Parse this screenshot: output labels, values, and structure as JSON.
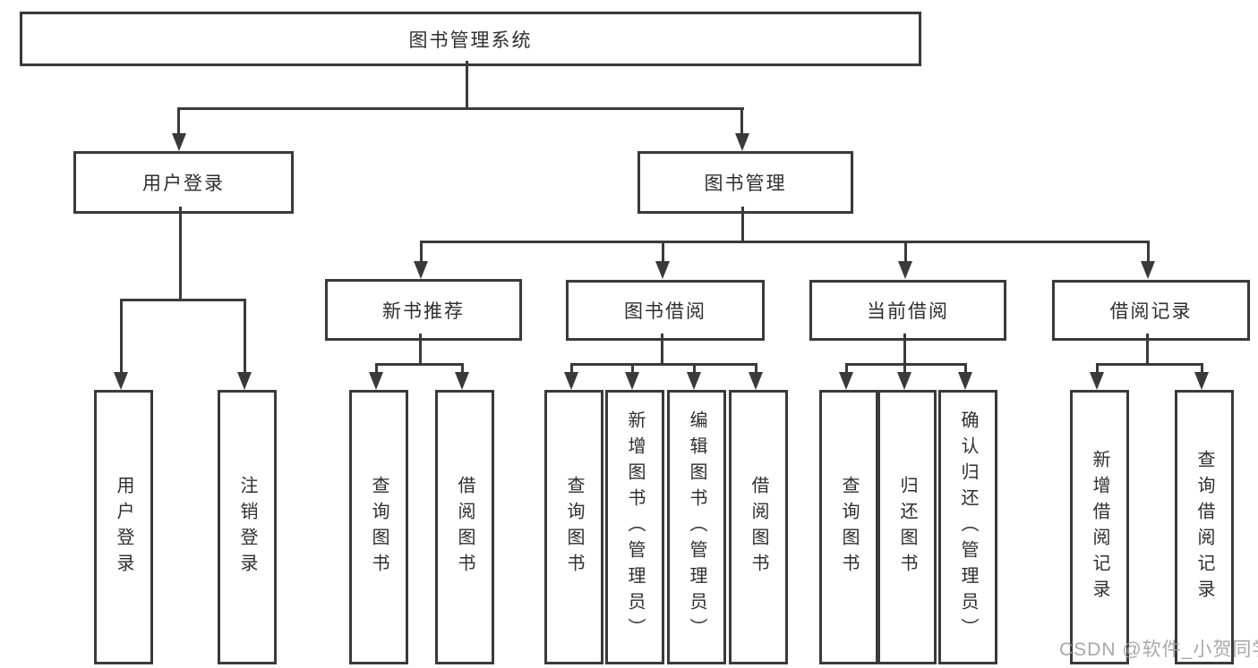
{
  "root": {
    "label": "图书管理系统"
  },
  "level2": [
    {
      "id": "user-login",
      "label": "用户登录"
    },
    {
      "id": "book-management",
      "label": "图书管理"
    }
  ],
  "level3": [
    {
      "id": "new-book-recommend",
      "label": "新书推荐",
      "parent": "book-management"
    },
    {
      "id": "book-borrowing",
      "label": "图书借阅",
      "parent": "book-management"
    },
    {
      "id": "current-borrowing",
      "label": "当前借阅",
      "parent": "book-management"
    },
    {
      "id": "borrowing-records",
      "label": "借阅记录",
      "parent": "book-management"
    }
  ],
  "leaves": [
    {
      "group": "user-login",
      "label": "用户登录"
    },
    {
      "group": "user-login",
      "label": "注销登录"
    },
    {
      "group": "new-book-recommend",
      "label": "查询图书"
    },
    {
      "group": "new-book-recommend",
      "label": "借阅图书"
    },
    {
      "group": "book-borrowing",
      "label": "查询图书"
    },
    {
      "group": "book-borrowing",
      "label": "新增图书（管理员）"
    },
    {
      "group": "book-borrowing",
      "label": "编辑图书（管理员）"
    },
    {
      "group": "book-borrowing",
      "label": "借阅图书"
    },
    {
      "group": "current-borrowing",
      "label": "查询图书"
    },
    {
      "group": "current-borrowing",
      "label": "归还图书"
    },
    {
      "group": "current-borrowing",
      "label": "确认归还（管理员）"
    },
    {
      "group": "borrowing-records",
      "label": "新增借阅记录"
    },
    {
      "group": "borrowing-records",
      "label": "查询借阅记录"
    }
  ],
  "watermark": {
    "text": "CSDN @软件_小贺同学"
  },
  "colors": {
    "line": "#3a3a3a",
    "text": "#2e2e2e",
    "background": "#ffffff",
    "watermark": "#9f9f9f"
  }
}
